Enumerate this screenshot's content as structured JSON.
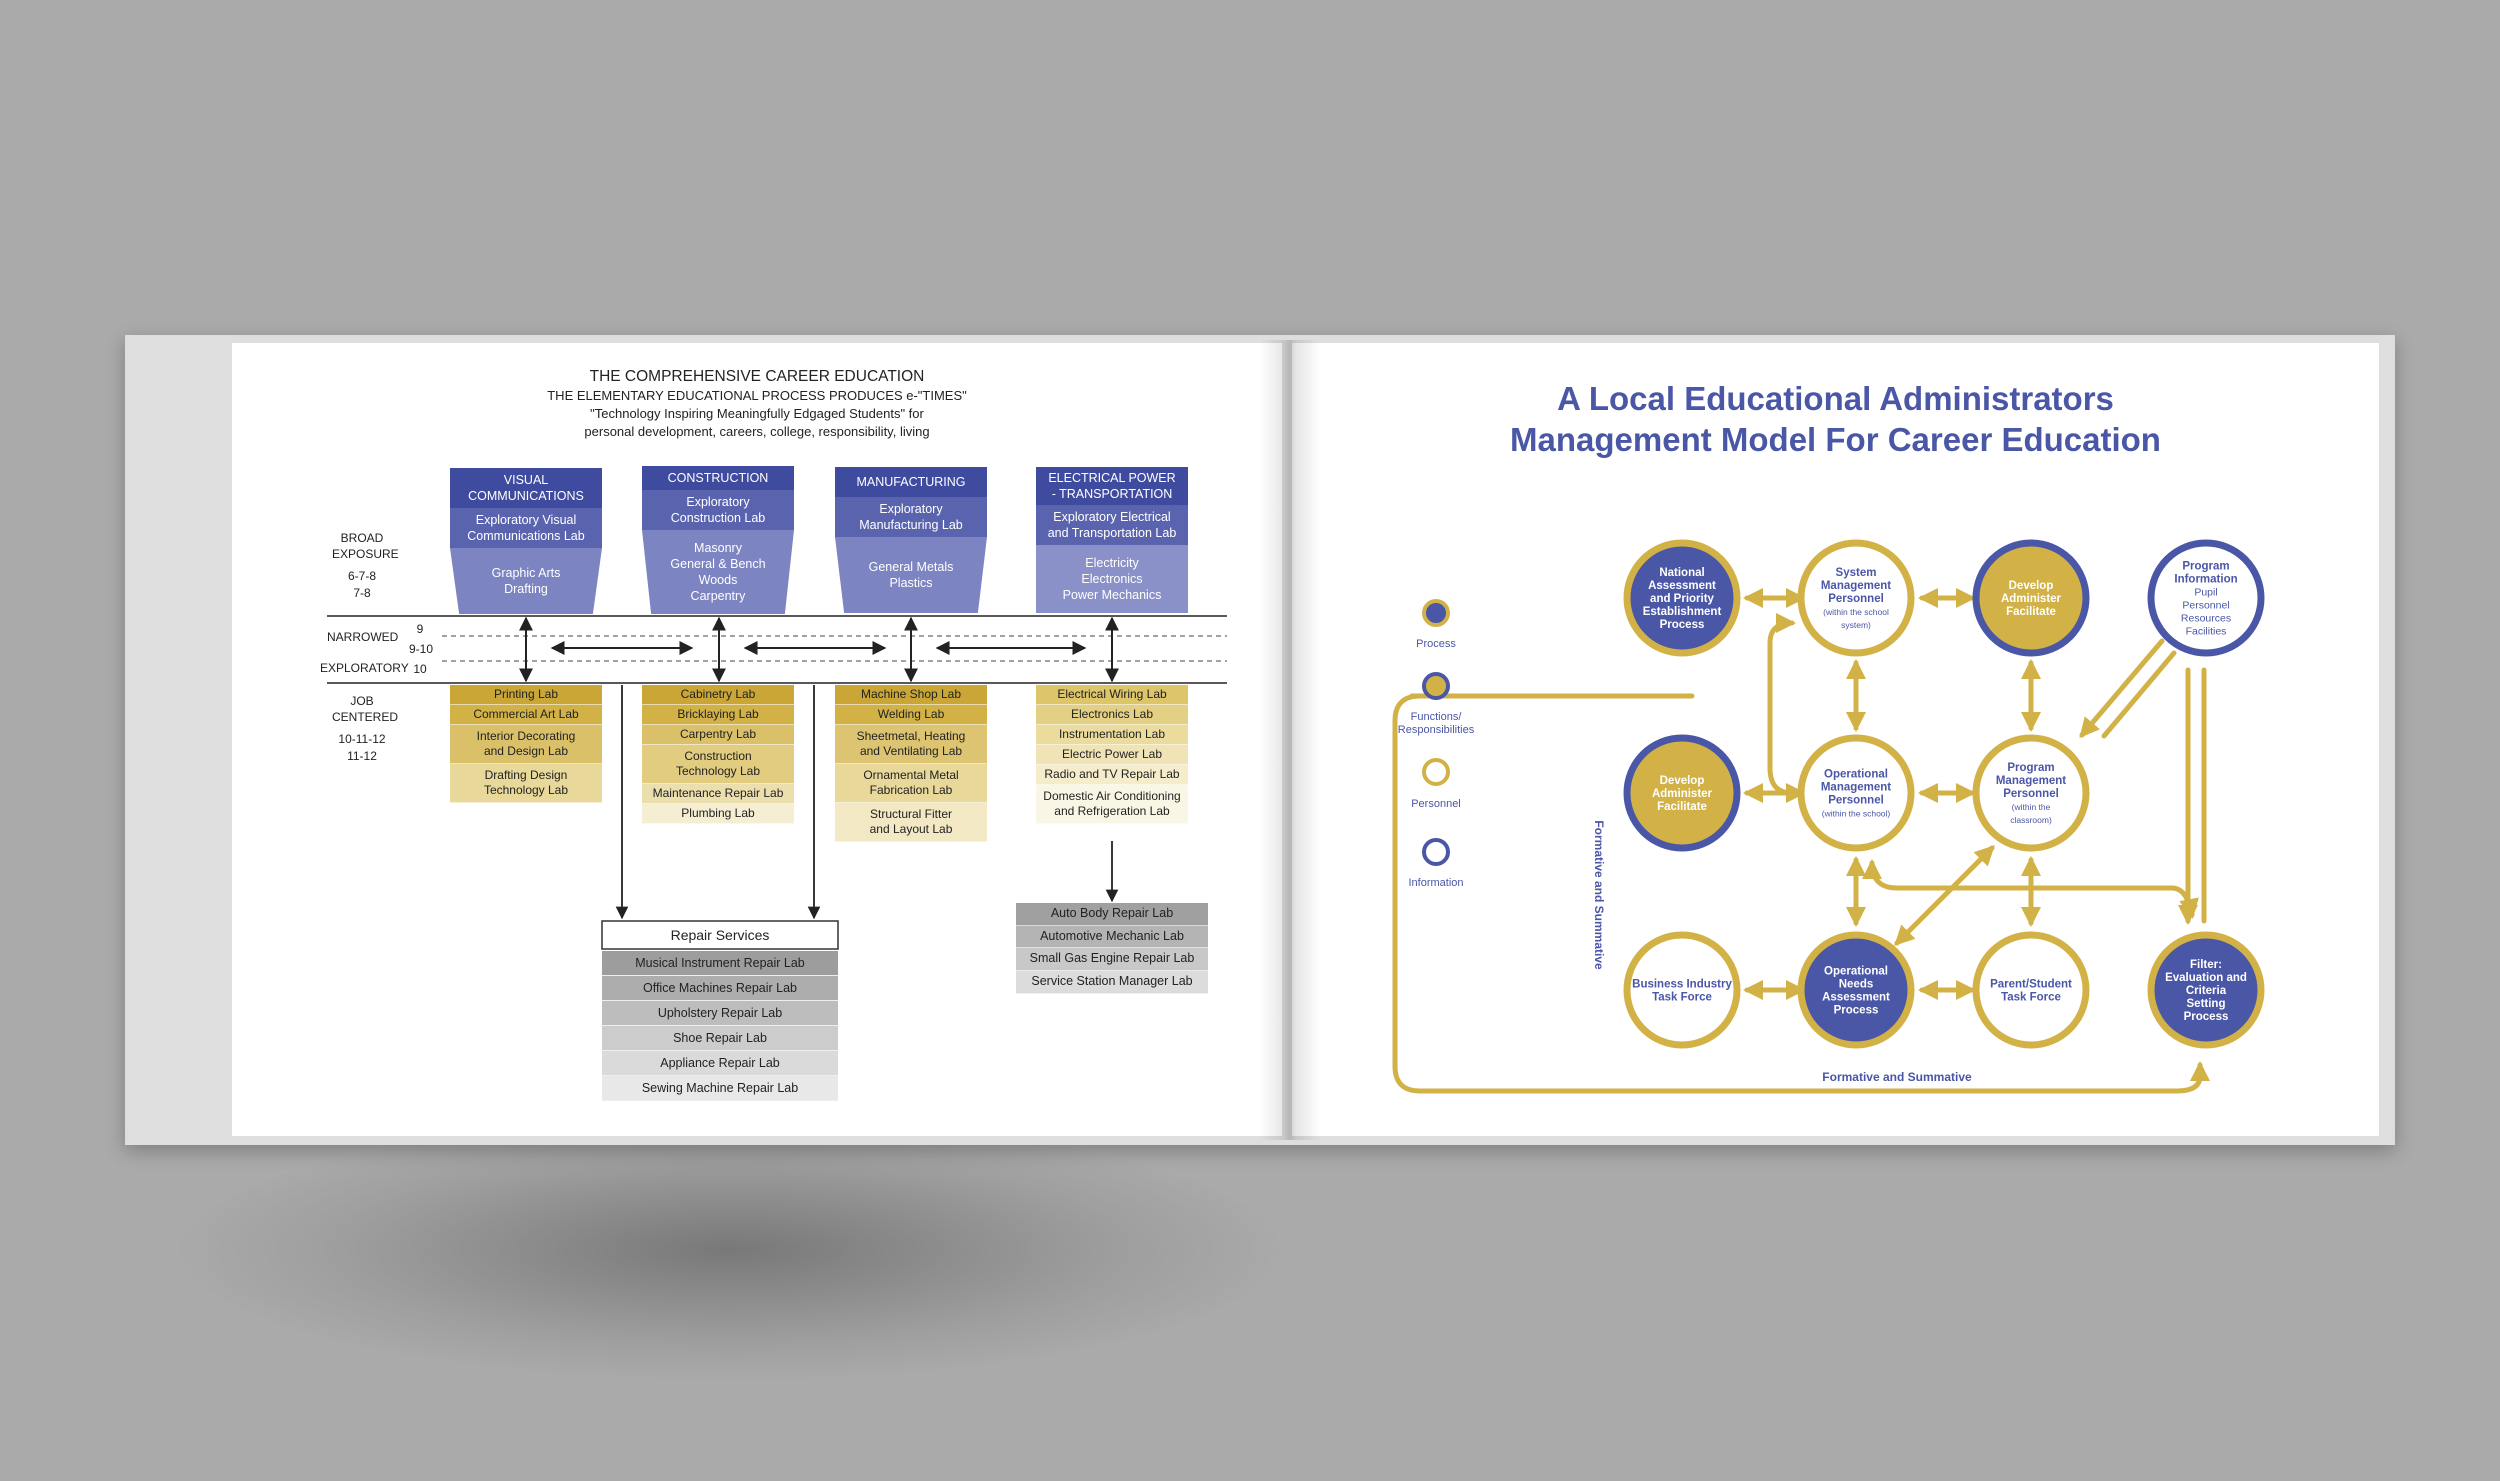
{
  "left_page": {
    "title": "THE COMPREHENSIVE CAREER EDUCATION",
    "subtitle": "THE ELEMENTARY EDUCATIONAL PROCESS PRODUCES e-\"TIMES\"",
    "tagline_1": "\"Technology Inspiring Meaningfully Edgaged Students\" for",
    "tagline_2": "personal development, careers, college, responsibility, living",
    "levels": [
      {
        "label_1": "BROAD",
        "label_2": "EXPOSURE",
        "grades_1": "6-7-8",
        "grades_2": "7-8"
      },
      {
        "label_1": "NARROWED",
        "label_2": "EXPLORATORY",
        "grades_1": "9",
        "grades_2": "9-10",
        "grades_3": "10"
      },
      {
        "label_1": "JOB",
        "label_2": "CENTERED",
        "grades_1": "10-11-12",
        "grades_2": "11-12"
      }
    ],
    "clusters": [
      {
        "name_1": "VISUAL",
        "name_2": "COMMUNICATIONS",
        "lab_1": "Exploratory Visual",
        "lab_2": "Communications Lab",
        "areas": [
          "Graphic Arts",
          "Drafting"
        ],
        "job_labs": [
          "Printing Lab",
          "Commercial Art Lab",
          "Interior Decorating and Design Lab",
          "Drafting Design Technology Lab"
        ]
      },
      {
        "name_1": "CONSTRUCTION",
        "name_2": "",
        "lab_1": "Exploratory",
        "lab_2": "Construction Lab",
        "areas": [
          "Masonry",
          "General & Bench",
          "Woods",
          "Carpentry"
        ],
        "job_labs": [
          "Cabinetry Lab",
          "Bricklaying Lab",
          "Carpentry Lab",
          "Construction Technology Lab",
          "Maintenance Repair Lab",
          "Plumbing Lab"
        ]
      },
      {
        "name_1": "MANUFACTURING",
        "name_2": "",
        "lab_1": "Exploratory",
        "lab_2": "Manufacturing Lab",
        "areas": [
          "General Metals",
          "Plastics"
        ],
        "job_labs": [
          "Machine Shop Lab",
          "Welding Lab",
          "Sheetmetal, Heating and Ventilating Lab",
          "Ornamental Metal Fabrication Lab",
          "Structural Fitter and Layout Lab"
        ]
      },
      {
        "name_1": "ELECTRICAL POWER",
        "name_2": "- TRANSPORTATION",
        "lab_1": "Exploratory Electrical",
        "lab_2": "and Transportation Lab",
        "areas": [
          "Electricity",
          "Electronics",
          "Power Mechanics"
        ],
        "job_labs": [
          "Electrical Wiring Lab",
          "Electronics Lab",
          "Instrumentation Lab",
          "Electric Power Lab",
          "Radio and TV Repair Lab",
          "Domestic Air Conditioning and Refrigeration Lab"
        ]
      }
    ],
    "repair_services": {
      "title": "Repair Services",
      "labs": [
        "Musical Instrument Repair Lab",
        "Office Machines Repair Lab",
        "Upholstery Repair Lab",
        "Shoe Repair Lab",
        "Appliance Repair Lab",
        "Sewing Machine Repair Lab"
      ]
    },
    "auto_labs": [
      "Auto Body Repair Lab",
      "Automotive Mechanic Lab",
      "Small Gas Engine Repair Lab",
      "Service Station Manager Lab"
    ]
  },
  "right_page": {
    "title_1": "A Local Educational Administrators",
    "title_2": "Management Model For Career Education",
    "legend": [
      {
        "label": "Process",
        "kind": "process"
      },
      {
        "label": "Functions/ Responsibilities",
        "kind": "function"
      },
      {
        "label": "Personnel",
        "kind": "personnel"
      },
      {
        "label": "Information",
        "kind": "information"
      }
    ],
    "nodes": [
      {
        "id": "national",
        "kind": "process",
        "lines": [
          "National",
          "Assessment",
          "and Priority",
          "Establishment",
          "Process"
        ]
      },
      {
        "id": "system",
        "kind": "personnel",
        "lines": [
          "System",
          "Management",
          "Personnel"
        ],
        "note": [
          "(within the school",
          "system)"
        ]
      },
      {
        "id": "dev1",
        "kind": "function",
        "lines": [
          "Develop",
          "Administer",
          "Facilitate"
        ]
      },
      {
        "id": "proginfo",
        "kind": "information",
        "lines": [
          "Program",
          "Information"
        ],
        "sub": [
          "Pupil",
          "Personnel",
          "Resources",
          "Facilities"
        ]
      },
      {
        "id": "dev2",
        "kind": "function",
        "lines": [
          "Develop",
          "Administer",
          "Facilitate"
        ]
      },
      {
        "id": "opmgmt",
        "kind": "personnel",
        "lines": [
          "Operational",
          "Management",
          "Personnel"
        ],
        "note": [
          "(within the school)"
        ]
      },
      {
        "id": "progmgmt",
        "kind": "personnel",
        "lines": [
          "Program",
          "Management",
          "Personnel"
        ],
        "note": [
          "(within the",
          "classroom)"
        ]
      },
      {
        "id": "business",
        "kind": "personnel",
        "lines": [
          "Business Industry",
          "Task Force"
        ]
      },
      {
        "id": "opneeds",
        "kind": "process",
        "lines": [
          "Operational",
          "Needs",
          "Assessment",
          "Process"
        ]
      },
      {
        "id": "parent",
        "kind": "personnel",
        "lines": [
          "Parent/Student",
          "Task Force"
        ]
      },
      {
        "id": "filter",
        "kind": "process",
        "lines": [
          "Filter:",
          "Evaluation and",
          "Criteria",
          "Setting",
          "Process"
        ]
      }
    ],
    "loop_label_bottom": "Formative and Summative",
    "loop_label_side": "Formative and Summative"
  },
  "colors": {
    "navy": "#4a56a6",
    "gold": "#d2b247",
    "gold_light": "#e8d89a",
    "gray": "#9a9a9a"
  }
}
